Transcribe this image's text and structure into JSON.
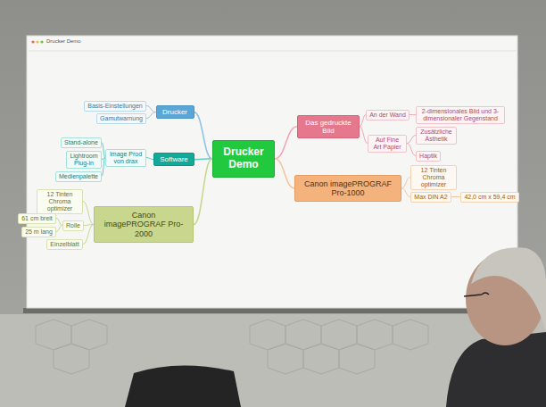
{
  "diagram": {
    "nodes": [
      {
        "text": [
          "Drucker Demo"
        ]
      },
      {
        "text": [
          "Drucker"
        ]
      },
      {
        "text": [
          "Basis-Einstellungen"
        ]
      },
      {
        "text": [
          "Gamutwarnung"
        ]
      },
      {
        "text": [
          "Software"
        ]
      },
      {
        "text": [
          "Image Prod von drax"
        ]
      },
      {
        "text": [
          "Stand-alone"
        ]
      },
      {
        "text": [
          "Lightroom Plug-in"
        ]
      },
      {
        "text": [
          "Medienpalette"
        ]
      },
      {
        "text": [
          "Canon imagePROGRAF Pro-2000"
        ]
      },
      {
        "text": [
          "12 Tinten Chroma optimizer"
        ]
      },
      {
        "text": [
          "Rolle"
        ]
      },
      {
        "text": [
          "61 cm breit"
        ]
      },
      {
        "text": [
          "25 m lang"
        ]
      },
      {
        "text": [
          "Einzelblatt"
        ]
      },
      {
        "text": [
          "Das gedruckte Bild"
        ]
      },
      {
        "text": [
          "An der Wand"
        ]
      },
      {
        "text": [
          "2-dimensionales Bild und 3-dimensionaler Gegenstand"
        ]
      },
      {
        "text": [
          "Auf Fine Art Papier"
        ]
      },
      {
        "text": [
          "Zusätzliche Ästhetik"
        ]
      },
      {
        "text": [
          "Haptik"
        ]
      },
      {
        "text": [
          "Canon imagePROGRAF Pro-1000"
        ]
      },
      {
        "text": [
          "12 Tinten Chroma optimizer"
        ]
      },
      {
        "text": [
          "Max DIN A2"
        ]
      },
      {
        "text": [
          "42,0 cm x 59,4 cm"
        ]
      }
    ],
    "edges": [
      {
        "from": 0,
        "to": 1,
        "arrow": "none"
      },
      {
        "from": 1,
        "to": 2,
        "arrow": "none"
      },
      {
        "from": 1,
        "to": 3,
        "arrow": "none"
      },
      {
        "from": 0,
        "to": 4,
        "arrow": "none"
      },
      {
        "from": 4,
        "to": 5,
        "arrow": "none"
      },
      {
        "from": 5,
        "to": 6,
        "arrow": "none"
      },
      {
        "from": 5,
        "to": 7,
        "arrow": "none"
      },
      {
        "from": 5,
        "to": 8,
        "arrow": "none"
      },
      {
        "from": 0,
        "to": 9,
        "arrow": "none"
      },
      {
        "from": 9,
        "to": 10,
        "arrow": "none"
      },
      {
        "from": 9,
        "to": 11,
        "arrow": "none"
      },
      {
        "from": 11,
        "to": 12,
        "arrow": "none"
      },
      {
        "from": 11,
        "to": 13,
        "arrow": "none"
      },
      {
        "from": 9,
        "to": 14,
        "arrow": "none"
      },
      {
        "from": 0,
        "to": 15,
        "arrow": "none"
      },
      {
        "from": 15,
        "to": 16,
        "arrow": "none"
      },
      {
        "from": 16,
        "to": 17,
        "arrow": "none"
      },
      {
        "from": 15,
        "to": 18,
        "arrow": "none"
      },
      {
        "from": 18,
        "to": 19,
        "arrow": "none"
      },
      {
        "from": 18,
        "to": 20,
        "arrow": "none"
      },
      {
        "from": 0,
        "to": 21,
        "arrow": "none"
      },
      {
        "from": 21,
        "to": 22,
        "arrow": "none"
      },
      {
        "from": 21,
        "to": 23,
        "arrow": "none"
      },
      {
        "from": 23,
        "to": 24,
        "arrow": "none"
      }
    ],
    "labels": [
      "Drucker Demo"
    ]
  }
}
